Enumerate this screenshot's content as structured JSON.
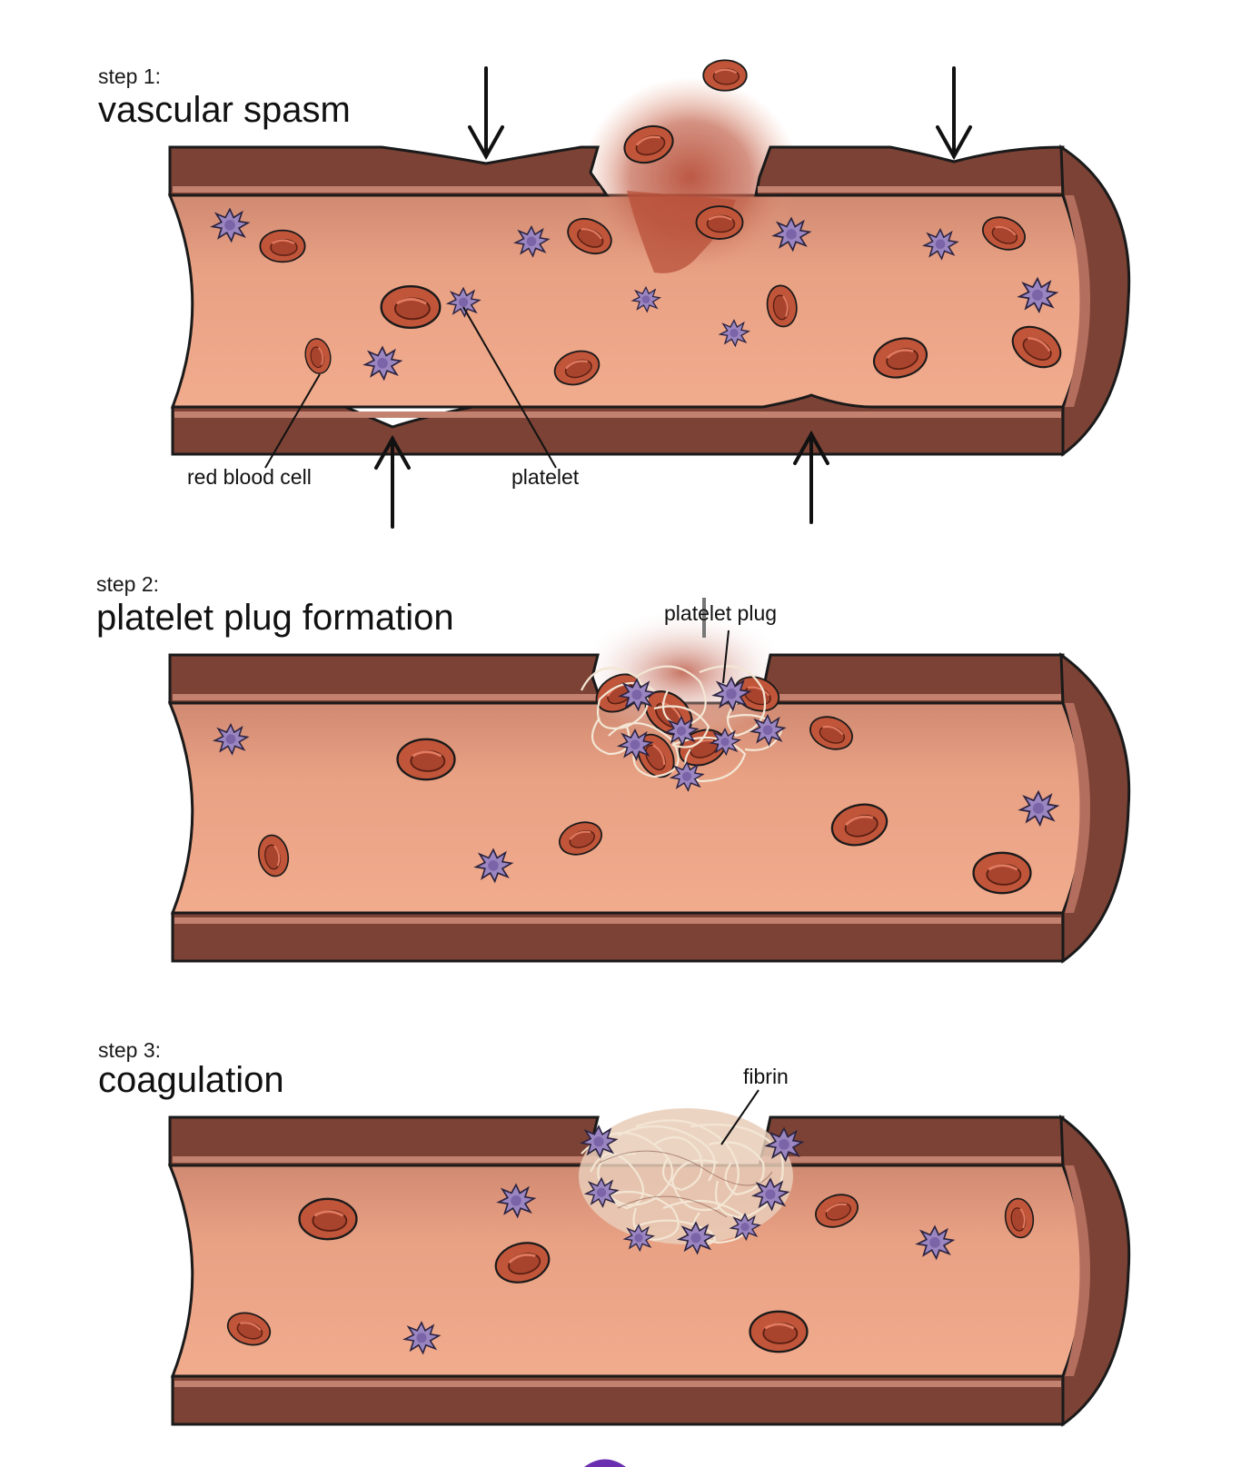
{
  "steps": [
    {
      "step_label": "step 1:",
      "title": "vascular spasm"
    },
    {
      "step_label": "step 2:",
      "title": "platelet plug formation"
    },
    {
      "step_label": "step 3:",
      "title": "coagulation"
    }
  ],
  "labels": {
    "red_blood_cell": "red blood cell",
    "platelet": "platelet",
    "platelet_plug": "platelet plug",
    "fibrin": "fibrin"
  },
  "colors": {
    "vessel_wall": "#7b4235",
    "lumen": "#e9a184",
    "red_blood_cell": "#c0553a",
    "platelet": "#9b86c2",
    "fibrin": "#f3e6d4",
    "bleed": "#b8503a"
  },
  "icons": [
    "red-blood-cell-icon",
    "platelet-icon",
    "arrow-down-icon",
    "arrow-up-icon",
    "fibrin-mesh-icon"
  ]
}
